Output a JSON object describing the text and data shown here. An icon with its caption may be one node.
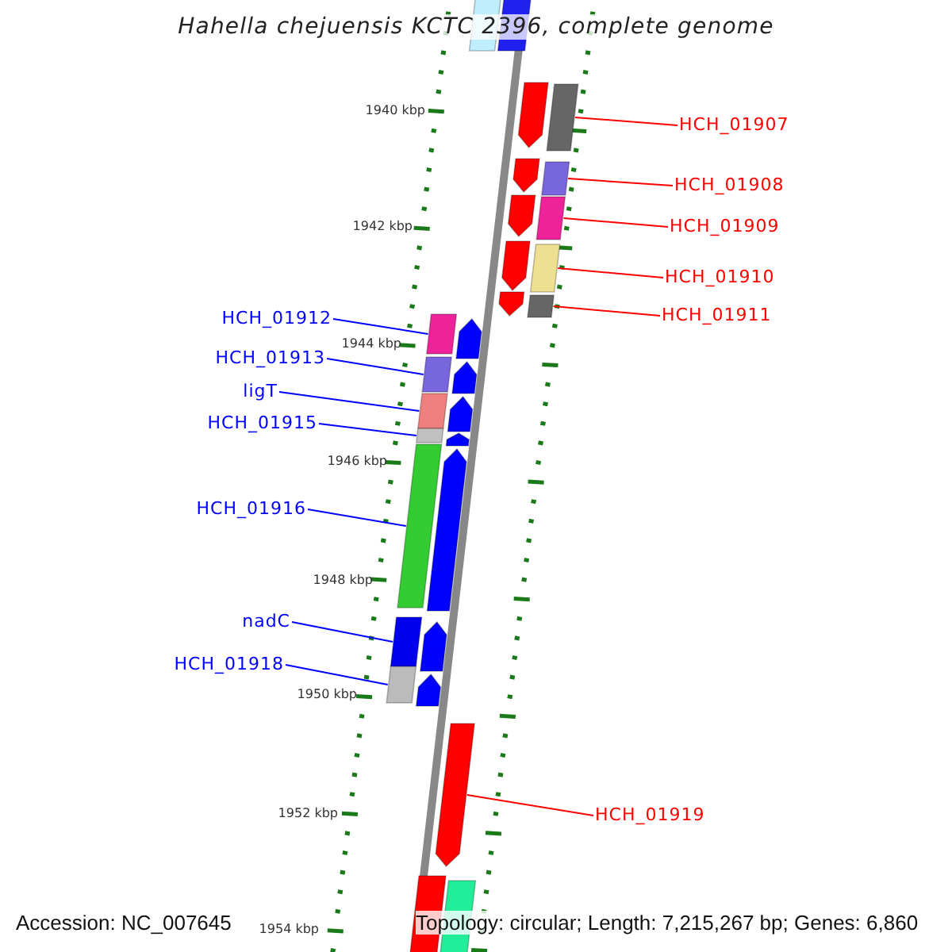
{
  "diagram": {
    "title": "Hahella chejuensis KCTC 2396, complete genome",
    "nodes": [
      {
        "text": [
          "HCH_01907"
        ]
      },
      {
        "text": [],
        "shape": "box"
      },
      {
        "text": [
          "HCH_01908"
        ]
      },
      {
        "text": [],
        "shape": "box"
      },
      {
        "text": [
          "HCH_01909"
        ]
      },
      {
        "text": [],
        "shape": "box"
      },
      {
        "text": [
          "HCH_01910"
        ]
      },
      {
        "text": [],
        "shape": "box"
      },
      {
        "text": [
          "HCH_01911"
        ]
      },
      {
        "text": [],
        "shape": "box"
      },
      {
        "text": [
          "HCH_01912"
        ]
      },
      {
        "text": [],
        "shape": "box"
      },
      {
        "text": [
          "HCH_01913"
        ]
      },
      {
        "text": [],
        "shape": "box"
      },
      {
        "text": [
          "ligT"
        ]
      },
      {
        "text": [],
        "shape": "box"
      },
      {
        "text": [
          "HCH_01915"
        ]
      },
      {
        "text": [],
        "shape": "box"
      },
      {
        "text": [
          "HCH_01916"
        ]
      },
      {
        "text": [],
        "shape": "box"
      },
      {
        "text": [
          "nadC"
        ]
      },
      {
        "text": [],
        "shape": "box"
      },
      {
        "text": [
          "HCH_01918"
        ]
      },
      {
        "text": [],
        "shape": "box"
      },
      {
        "text": [
          "HCH_01919"
        ]
      },
      {
        "text": [],
        "shape": "box"
      },
      {
        "text": [],
        "shape": "box"
      },
      {
        "text": [],
        "shape": "box"
      },
      {
        "text": [],
        "shape": "box"
      },
      {
        "text": [],
        "shape": "box"
      },
      {
        "text": [],
        "shape": "box"
      },
      {
        "text": [],
        "shape": "box"
      },
      {
        "text": [],
        "shape": "box"
      },
      {
        "text": [],
        "shape": "box"
      },
      {
        "text": [],
        "shape": "box"
      },
      {
        "text": [],
        "shape": "box"
      },
      {
        "text": [],
        "shape": "box"
      },
      {
        "text": [],
        "shape": "box"
      },
      {
        "text": [],
        "shape": "box"
      },
      {
        "text": [],
        "shape": "box"
      },
      {
        "text": [],
        "shape": "box"
      },
      {
        "text": [],
        "shape": "box"
      }
    ],
    "edges": [
      {
        "from": 0,
        "to": 1,
        "arrow": "none",
        "color": "#ff0000"
      },
      {
        "from": 2,
        "to": 3,
        "arrow": "none",
        "color": "#ff0000"
      },
      {
        "from": 4,
        "to": 5,
        "arrow": "none",
        "color": "#ff0000"
      },
      {
        "from": 6,
        "to": 7,
        "arrow": "none",
        "color": "#ff0000"
      },
      {
        "from": 8,
        "to": 9,
        "arrow": "none",
        "color": "#ff0000"
      },
      {
        "from": 10,
        "to": 11,
        "arrow": "none"
      },
      {
        "from": 12,
        "to": 13,
        "arrow": "none"
      },
      {
        "from": 14,
        "to": 15,
        "arrow": "none"
      },
      {
        "from": 16,
        "to": 17,
        "arrow": "none"
      },
      {
        "from": 18,
        "to": 19,
        "arrow": "none"
      },
      {
        "from": 20,
        "to": 21,
        "arrow": "none"
      },
      {
        "from": 22,
        "to": 23,
        "arrow": "none"
      },
      {
        "from": 24,
        "to": 25,
        "arrow": "none",
        "color": "#ff0000"
      }
    ],
    "labels": [
      "1940 kbp",
      "1942 kbp",
      "1944 kbp",
      "1946 kbp",
      "1948 kbp",
      "1950 kbp",
      "1952 kbp",
      "1954 kbp",
      "Accession: NC_007645",
      "Topology: circular; Length: 7,215,267 bp; Genes: 6,860"
    ]
  }
}
